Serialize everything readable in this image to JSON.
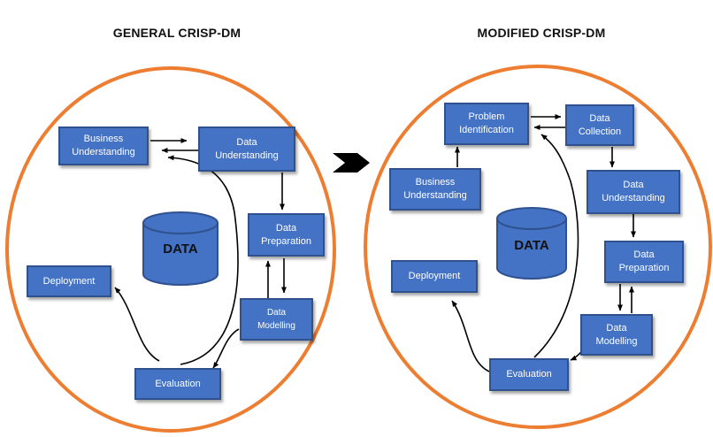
{
  "general": {
    "title": "GENERAL CRISP-DM",
    "nodes": {
      "business_understanding": "Business\nUnderstanding",
      "data_understanding": "Data\nUnderstanding",
      "data_preparation": "Data\nPreparation",
      "data_modelling": "Data\nModelling",
      "evaluation": "Evaluation",
      "deployment": "Deployment"
    },
    "center": "DATA"
  },
  "modified": {
    "title": "MODIFIED CRISP-DM",
    "nodes": {
      "problem_identification": "Problem\nIdentification",
      "data_collection": "Data\nCollection",
      "business_understanding": "Business\nUnderstanding",
      "data_understanding": "Data\nUnderstanding",
      "data_preparation": "Data\nPreparation",
      "data_modelling": "Data\nModelling",
      "evaluation": "Evaluation",
      "deployment": "Deployment"
    },
    "center": "DATA"
  },
  "colors": {
    "circle": "#ed7d31",
    "box": "#4472c4",
    "box_border": "#2f528f",
    "arrow": "#000000",
    "transition_arrow": "#000000"
  },
  "icons": {
    "transition": "chevron-right-arrow",
    "database": "cylinder"
  }
}
